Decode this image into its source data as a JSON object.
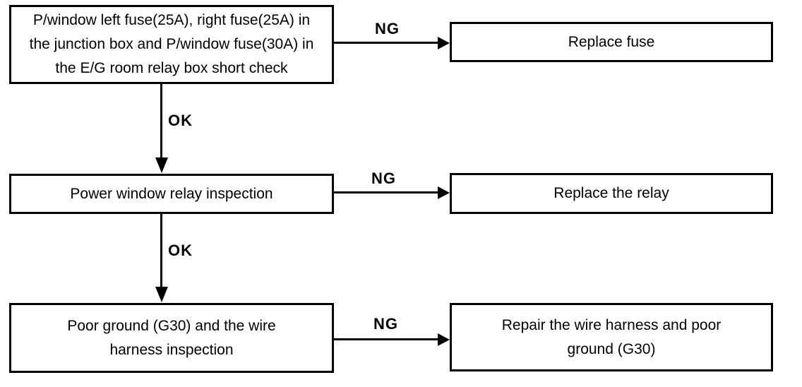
{
  "flowchart": {
    "type": "troubleshooting-flowchart",
    "colors": {
      "background": "#ffffff",
      "line": "#000000",
      "box_border": "#000000",
      "text": "#000000"
    },
    "steps": [
      {
        "id": "step-1",
        "lines": [
          "P/window left fuse(25A), right fuse(25A) in",
          "the junction box and P/window fuse(30A) in",
          "the E/G room relay box short check"
        ]
      },
      {
        "id": "step-2",
        "lines": [
          "Power window relay inspection"
        ]
      },
      {
        "id": "step-3",
        "lines": [
          "Poor ground (G30) and the wire",
          "harness inspection"
        ]
      }
    ],
    "results": [
      {
        "id": "result-1",
        "lines": [
          "Replace fuse"
        ]
      },
      {
        "id": "result-2",
        "lines": [
          "Replace the relay"
        ]
      },
      {
        "id": "result-3",
        "lines": [
          "Repair the wire harness and poor",
          "ground (G30)"
        ]
      }
    ],
    "connectors": [
      {
        "label": "NG",
        "from": "step-1",
        "to": "result-1",
        "direction": "right"
      },
      {
        "label": "OK",
        "from": "step-1",
        "to": "step-2",
        "direction": "down"
      },
      {
        "label": "NG",
        "from": "step-2",
        "to": "result-2",
        "direction": "right"
      },
      {
        "label": "OK",
        "from": "step-2",
        "to": "step-3",
        "direction": "down"
      },
      {
        "label": "NG",
        "from": "step-3",
        "to": "result-3",
        "direction": "right"
      }
    ]
  }
}
